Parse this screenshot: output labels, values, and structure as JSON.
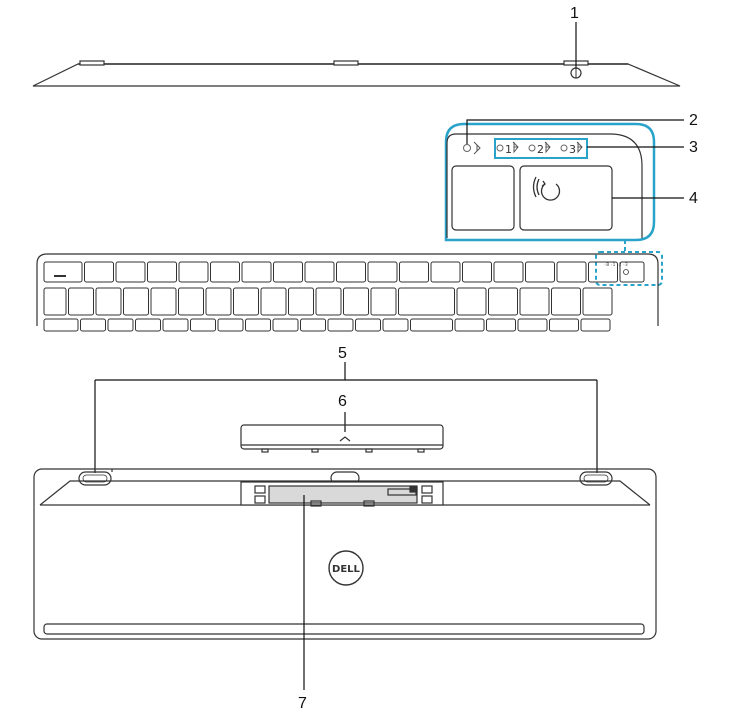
{
  "diagram": {
    "callouts": [
      {
        "id": "1",
        "label": "1",
        "part": "power-switch"
      },
      {
        "id": "2",
        "label": "2",
        "part": "bluetooth-status-light"
      },
      {
        "id": "3",
        "label": "3",
        "part": "connection-mode-lights"
      },
      {
        "id": "4",
        "label": "4",
        "part": "connection-mode-button"
      },
      {
        "id": "5",
        "label": "5",
        "part": "rubber-feet"
      },
      {
        "id": "6",
        "label": "6",
        "part": "battery-cover"
      },
      {
        "id": "7",
        "label": "7",
        "part": "battery-compartment"
      }
    ],
    "keyboard": {
      "ch1": "1",
      "ch2": "2",
      "ch3": "3",
      "brand": "DELL",
      "accent": "#29a3c9",
      "outline": "#333333"
    }
  }
}
